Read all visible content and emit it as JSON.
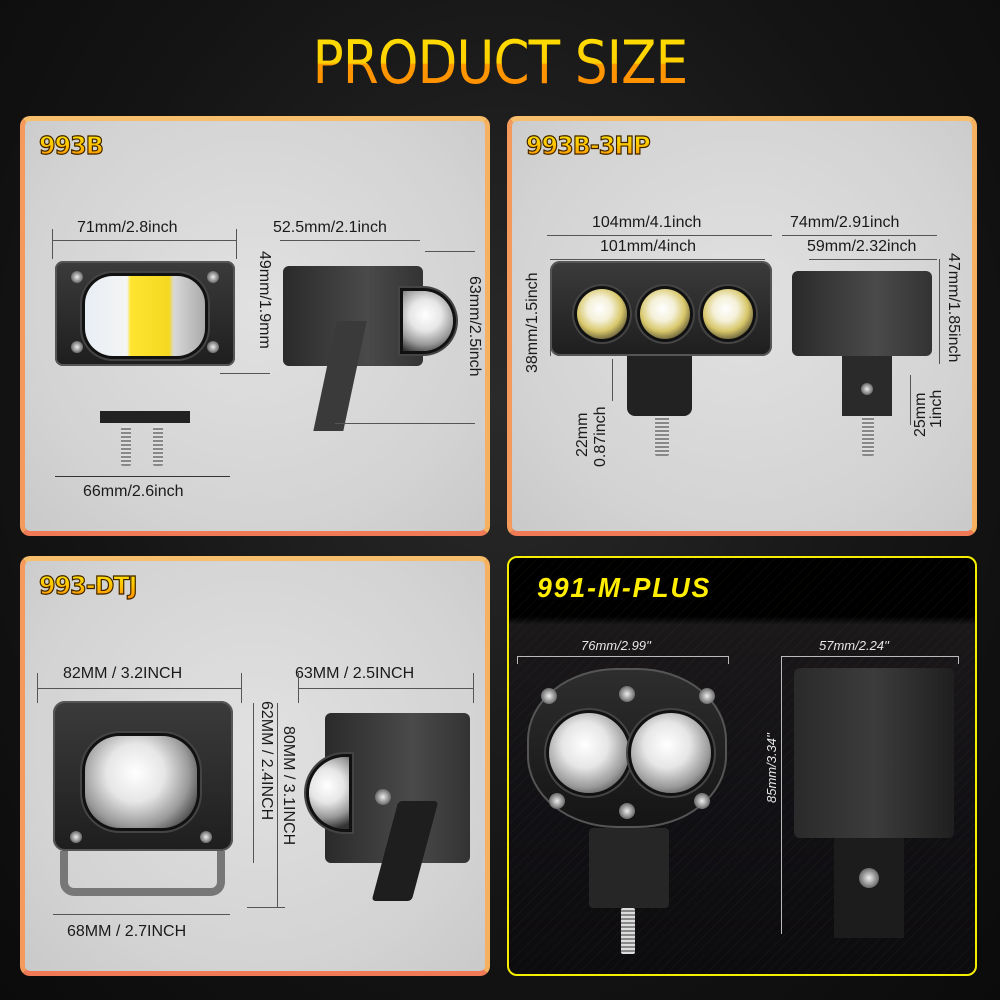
{
  "title": "PRODUCT SIZE",
  "colors": {
    "title_top": "#ffe000",
    "title_bottom": "#ff8a00",
    "panel_border_light": "#f5a860",
    "panel_border_dark": "#f6ee00",
    "label_dark_panel": "#ffee00"
  },
  "panels": [
    {
      "model": "993B",
      "front": {
        "width_top": "71mm/2.8inch",
        "height_body": "49mm/1.9mm",
        "width_bottom": "66mm/2.6inch"
      },
      "side": {
        "depth": "52.5mm/2.1inch",
        "height": "63mm/2.5inch"
      }
    },
    {
      "model": "993B-3HP",
      "front": {
        "width_outer": "104mm/4.1inch",
        "width_inner": "101mm/4inch",
        "height_body": "38mm/1.5inch",
        "bracket_mm": "22mm",
        "bracket_inch": "0.87inch"
      },
      "side": {
        "depth_outer": "74mm/2.91inch",
        "depth_inner": "59mm/2.32inch",
        "height_body": "47mm/1.85inch",
        "bracket_mm": "25mm",
        "bracket_inch": "1inch"
      }
    },
    {
      "model": "993-DTJ",
      "front": {
        "width_top": "82MM / 3.2INCH",
        "height_body": "62MM / 2.4INCH",
        "height_total": "80MM / 3.1INCH",
        "width_bottom": "68MM / 2.7INCH"
      },
      "side": {
        "depth": "63MM / 2.5INCH"
      }
    },
    {
      "model": "991-M-PLUS",
      "front": {
        "width": "76mm/2.99''"
      },
      "side": {
        "depth": "57mm/2.24''",
        "height": "85mm/3.34''"
      }
    }
  ]
}
